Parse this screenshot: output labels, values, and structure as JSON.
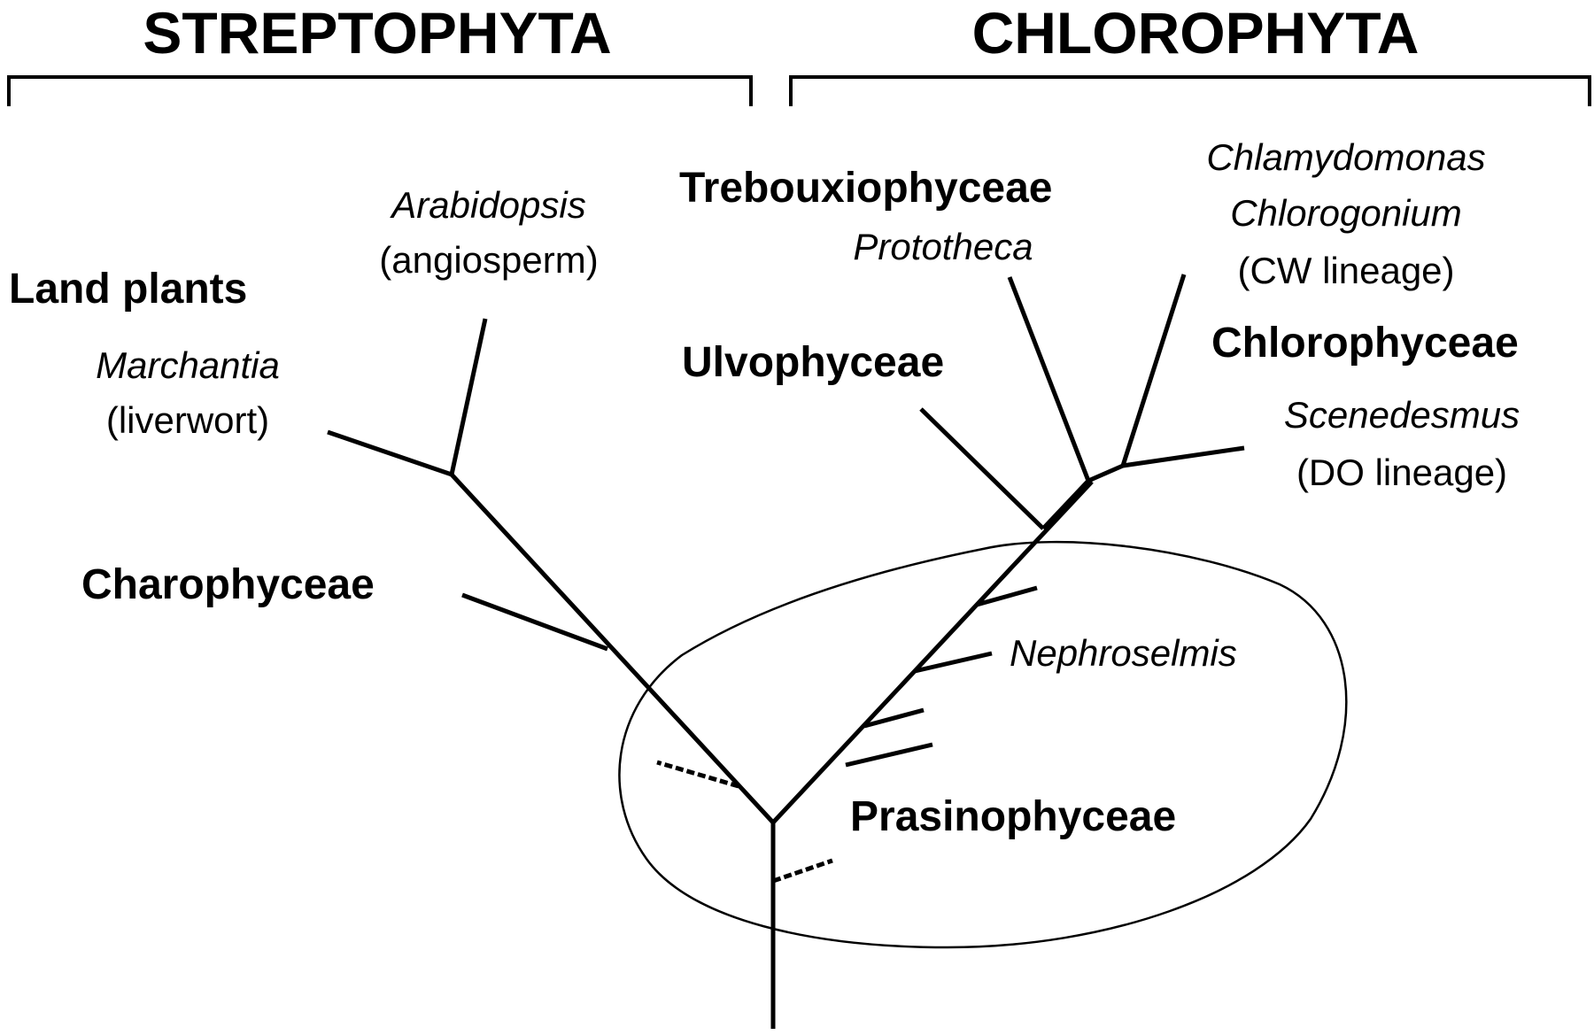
{
  "groups": {
    "streptophyta": "STREPTOPHYTA",
    "chlorophyta": "CHLOROPHYTA"
  },
  "labels": {
    "land_plants": "Land plants",
    "arabidopsis": "Arabidopsis",
    "angiosperm": "(angiosperm)",
    "marchantia": "Marchantia",
    "liverwort": "(liverwort)",
    "charophyceae": "Charophyceae",
    "trebouxiophyceae": "Trebouxiophyceae",
    "prototheca": "Prototheca",
    "chlamydomonas": "Chlamydomonas",
    "chlorogonium": "Chlorogonium",
    "cw_lineage": "(CW lineage)",
    "chlorophyceae": "Chlorophyceae",
    "scenedesmus": "Scenedesmus",
    "do_lineage": "(DO lineage)",
    "ulvophyceae": "Ulvophyceae",
    "nephroselmis": "Nephroselmis",
    "prasinophyceae": "Prasinophyceae"
  }
}
